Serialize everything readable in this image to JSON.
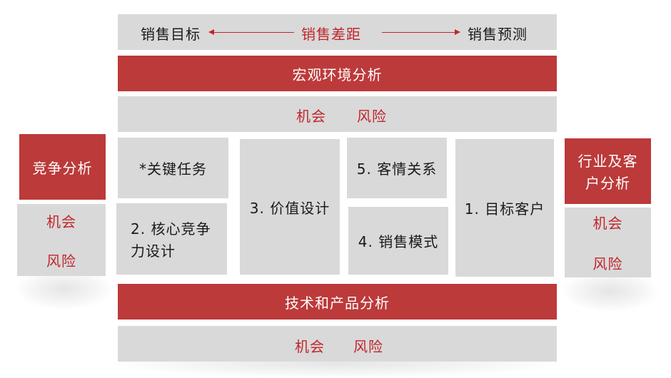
{
  "top_bar": {
    "left": "销售目标",
    "middle": "销售差距",
    "right": "销售预测"
  },
  "macro": {
    "title": "宏观环境分析",
    "opportunity": "机会",
    "risk": "风险"
  },
  "competition": {
    "title": "竞争分析",
    "opportunity": "机会",
    "risk": "风险"
  },
  "industry": {
    "title_line1": "行业及客",
    "title_line2": "户分析",
    "opportunity": "机会",
    "risk": "风险"
  },
  "core": {
    "key_tasks": "*关键任务",
    "competency_line1": "2. 核心竞争",
    "competency_line2": "力设计",
    "value_design": "3. 价值设计",
    "relationship": "5. 客情关系",
    "sales_model": "4. 销售模式",
    "target_customer": "1. 目标客户"
  },
  "tech": {
    "title": "技术和产品分析",
    "opportunity": "机会",
    "risk": "风险"
  },
  "colors": {
    "red": "#bc3a3a",
    "gray": "#d9d9d9",
    "text_red": "#c0262c"
  }
}
